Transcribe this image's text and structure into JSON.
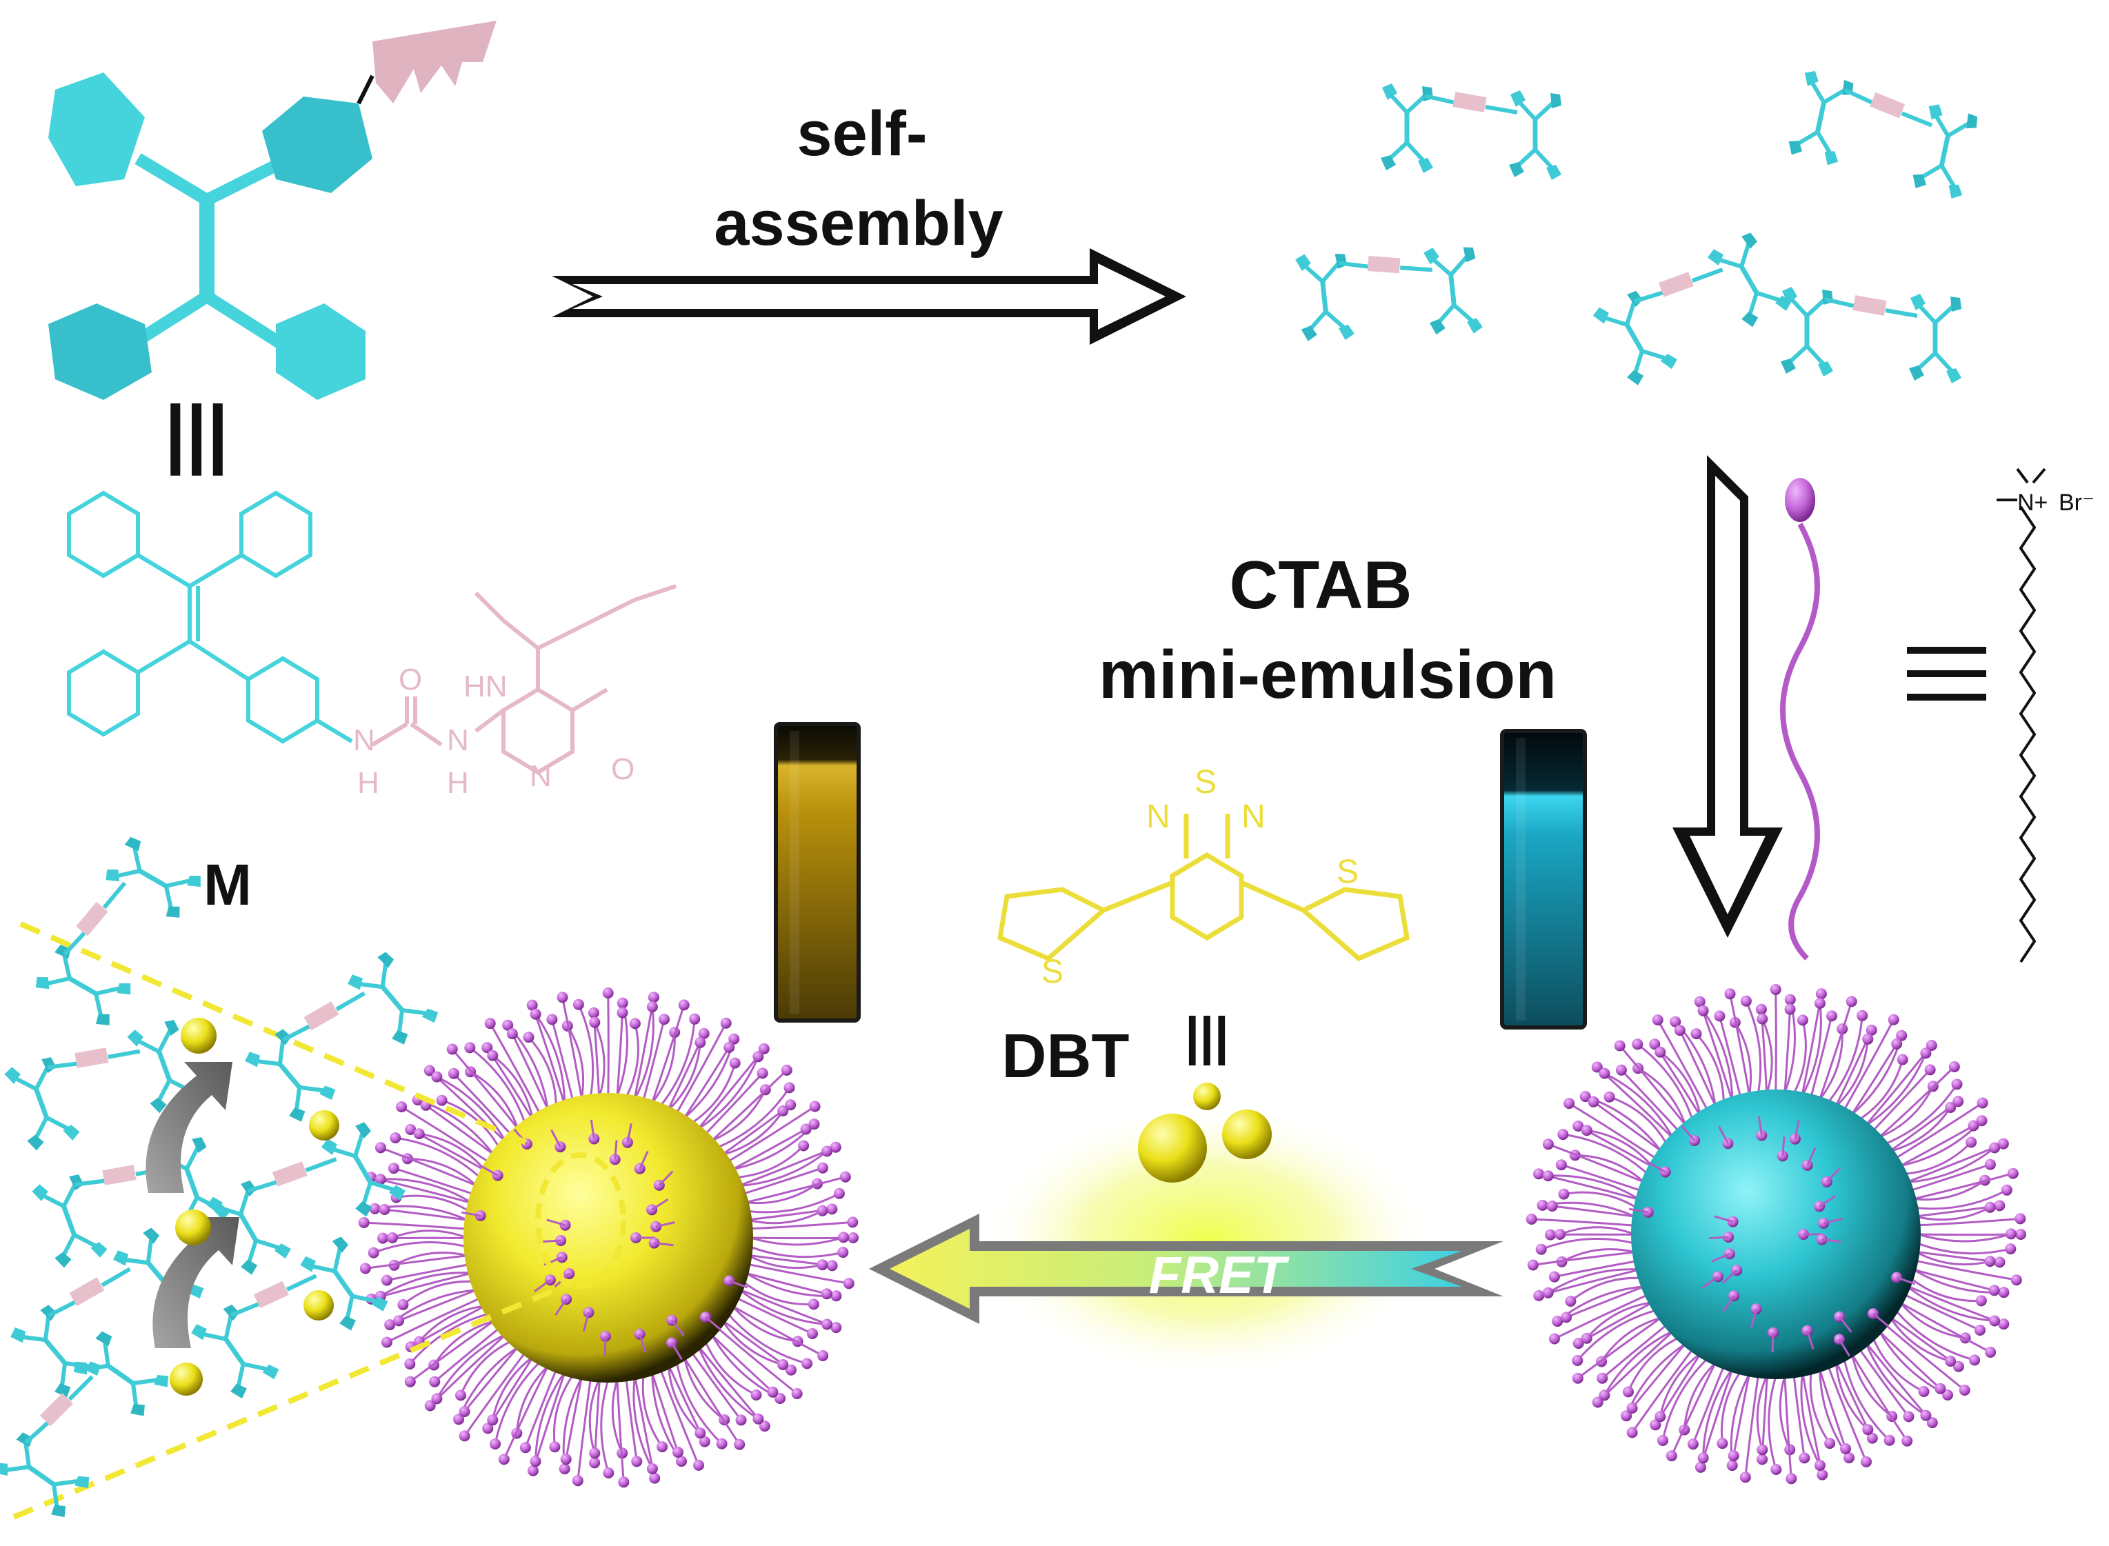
{
  "labels": {
    "self_assembly_line1": "self-",
    "self_assembly_line2": "assembly",
    "ctab_line1": "CTAB",
    "ctab_line2": "mini-emulsion",
    "monomer": "M",
    "dye": "DBT",
    "fret": "FRET",
    "equiv_symbol": "|||",
    "molecule_M_atoms": {
      "o1": "O",
      "hn": "HN",
      "o2": "O",
      "n": "N",
      "h1": "H",
      "h2": "H",
      "n_ring": "N"
    },
    "molecule_DBT_atoms": {
      "s_top": "S",
      "n_left": "N",
      "n_right": "N",
      "s_left": "S",
      "s_right": "S"
    },
    "ctab_atoms": {
      "n_plus": "N+",
      "br_minus": "Br⁻"
    }
  },
  "colors": {
    "cyan": "#45d3dc",
    "cyan_dark": "#2ab0bb",
    "pink": "#e6b9c8",
    "yellow": "#f0e634",
    "yellow_line": "#ecde3a",
    "magenta": "#b45ac8",
    "magenta_light": "#d07ee0",
    "black": "#111111",
    "grey": "#7f7f7f"
  },
  "icons": {
    "arrow_right": "hollow-double-arrow-right",
    "arrow_down": "hollow-double-arrow-down",
    "arrow_left_fret": "gradient-arrow-left"
  }
}
